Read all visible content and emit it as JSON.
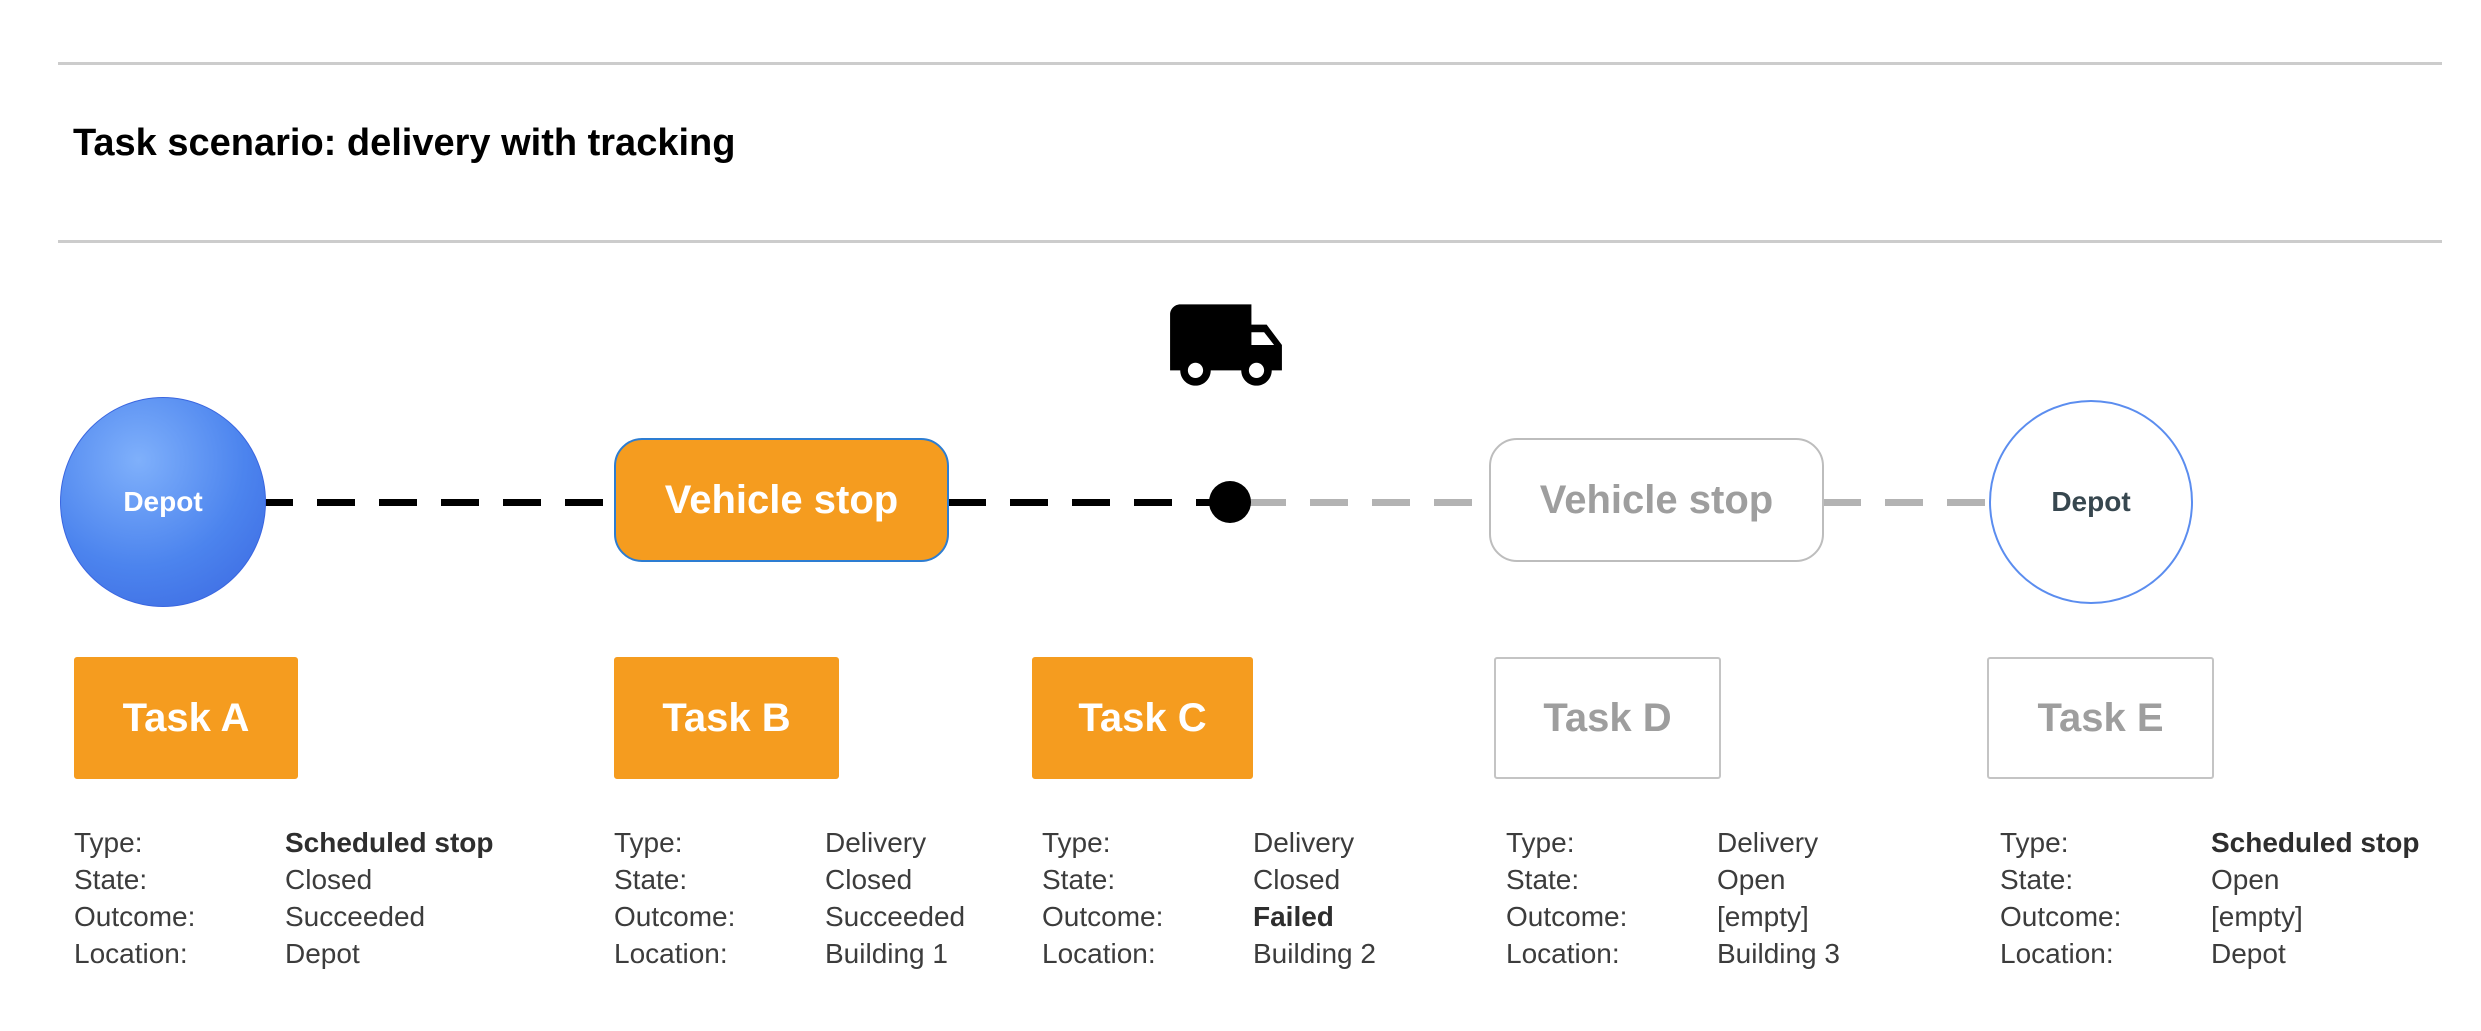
{
  "page": {
    "title": "Task scenario: delivery with tracking"
  },
  "timeline": {
    "start_depot": {
      "label": "Depot"
    },
    "vehicle_stop_completed": {
      "label": "Vehicle stop"
    },
    "vehicle_stop_pending": {
      "label": "Vehicle stop"
    },
    "end_depot": {
      "label": "Depot"
    },
    "truck_icon": "delivery-truck-icon"
  },
  "detail_labels": {
    "type": "Type:",
    "state": "State:",
    "outcome": "Outcome:",
    "location": "Location:"
  },
  "tasks": [
    {
      "label": "Task A",
      "type": "Scheduled stop",
      "state": "Closed",
      "outcome": "Succeeded",
      "location": "Depot"
    },
    {
      "label": "Task B",
      "type": "Delivery",
      "state": "Closed",
      "outcome": "Succeeded",
      "location": "Building 1"
    },
    {
      "label": "Task C",
      "type": "Delivery",
      "state": "Closed",
      "outcome": "Failed",
      "location": "Building 2"
    },
    {
      "label": "Task D",
      "type": "Delivery",
      "state": "Open",
      "outcome": "[empty]",
      "location": "Building 3"
    },
    {
      "label": "Task E",
      "type": "Scheduled stop",
      "state": "Open",
      "outcome": "[empty]",
      "location": "Depot"
    }
  ],
  "colors": {
    "completed_orange": "#F59C1F",
    "depot_blue": "#4C84EE",
    "pending_gray": "#9E9E9E",
    "divider_gray": "#CCCCCC",
    "connector_black": "#000000",
    "connector_gray": "#B3B3B3"
  }
}
